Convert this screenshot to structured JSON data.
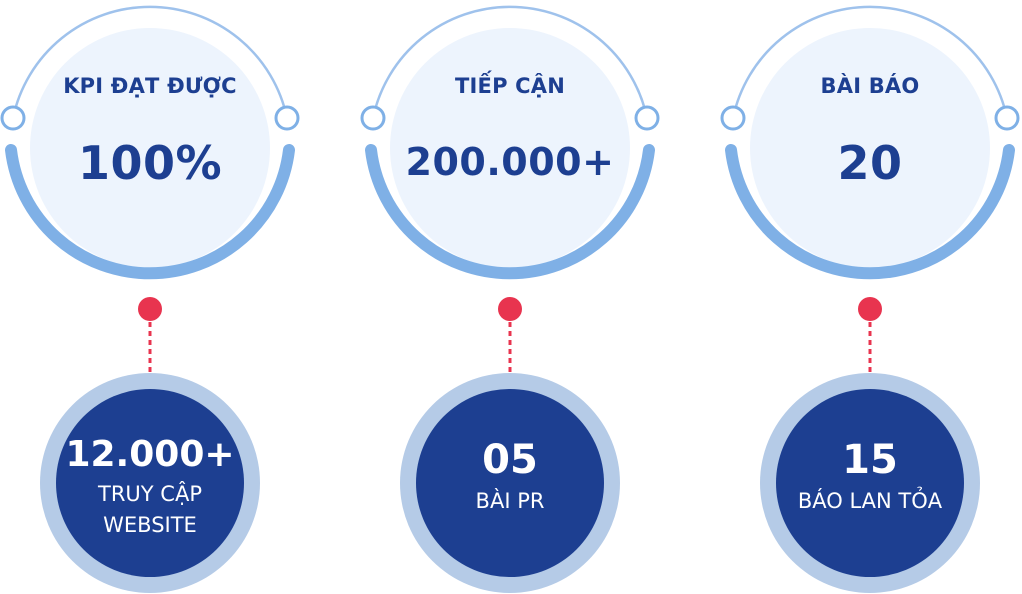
{
  "colors": {
    "navy": "#1d3f91",
    "light_fill": "#edf4fd",
    "ring_light": "#9fc2ec",
    "arc_blue": "#7fb0e6",
    "bottom_outer": "#b5cbe7",
    "connector_red": "#e8344f"
  },
  "icons": {
    "connector_dot": "circle",
    "arc_endpoint": "circle-outline"
  },
  "stats": [
    {
      "top_label": "KPI ĐẠT ĐƯỢC",
      "top_value": "100%",
      "bottom_value": "12.000+",
      "bottom_caption": [
        "TRUY CẬP",
        "WEBSITE"
      ]
    },
    {
      "top_label": "TIẾP CẬN",
      "top_value": "200.000+",
      "bottom_value": "05",
      "bottom_caption": [
        "BÀI PR"
      ]
    },
    {
      "top_label": "BÀI BÁO",
      "top_value": "20",
      "bottom_value": "15",
      "bottom_caption": [
        "BÁO LAN TỎA"
      ]
    }
  ]
}
